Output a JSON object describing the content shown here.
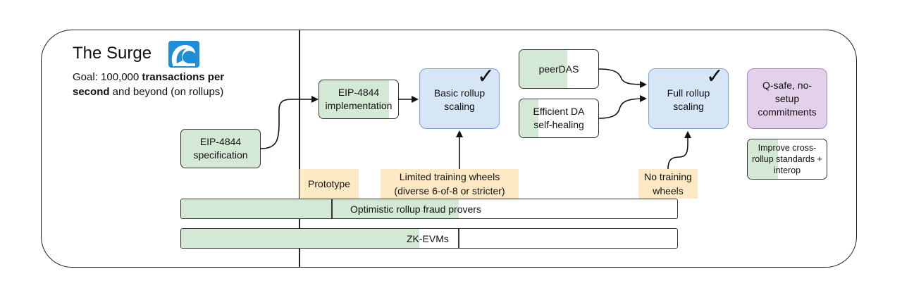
{
  "header": {
    "title": "The Surge",
    "goal_prefix": "Goal: 100,000 ",
    "goal_bold": "transactions per second",
    "goal_suffix": " and beyond (on rollups)",
    "logo": "wave-icon"
  },
  "nodes": {
    "eip4844_spec": "EIP-4844 specification",
    "eip4844_impl": "EIP-4844 implementation",
    "basic_rollup": "Basic rollup scaling",
    "peerdas": "peerDAS",
    "efficient_da": "Efficient DA self-healing",
    "full_rollup": "Full rollup scaling",
    "qsafe": "Q-safe, no-setup commitments",
    "cross_rollup": "Improve cross-rollup standards + interop",
    "check_mark": "✓"
  },
  "tags": {
    "prototype": "Prototype",
    "limited_wheels": "Limited training wheels (diverse 6-of-8 or stricter)",
    "no_wheels": "No training wheels"
  },
  "bars": {
    "fraud_provers": "Optimistic rollup fraud provers",
    "zk_evms": "ZK-EVMs"
  },
  "colors": {
    "done_green": "#d4e8d6",
    "target_blue": "#d6e6f6",
    "research_purple": "#e3d0ea",
    "stage_orange": "#fde9c4"
  }
}
